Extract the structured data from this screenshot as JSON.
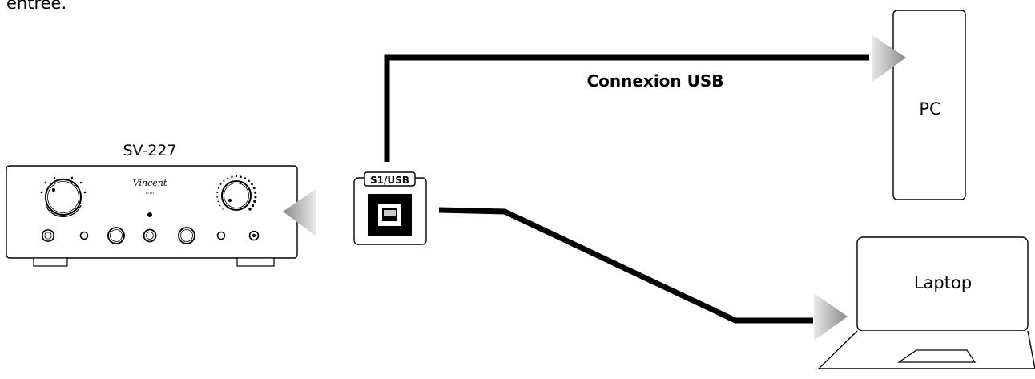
{
  "top_fragment": "entrée.",
  "amplifier": {
    "model_label": "SV-227",
    "brand": "Vincent",
    "model_small": "SV-227"
  },
  "usb_port": {
    "label": "S1/USB"
  },
  "connection": {
    "label": "Connexion USB"
  },
  "pc": {
    "label": "PC"
  },
  "laptop": {
    "label": "Laptop"
  },
  "colors": {
    "cable": "#000000",
    "arrow_light": "#e6e6e6",
    "arrow_dark": "#7f7f7f"
  }
}
